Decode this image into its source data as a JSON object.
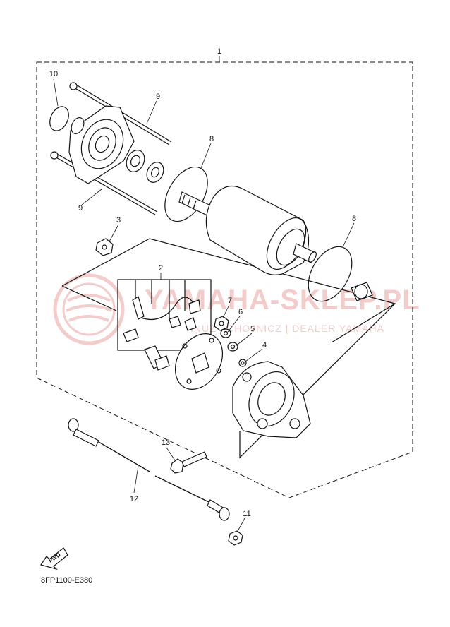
{
  "diagram": {
    "callouts": {
      "c1": "1",
      "c2": "2",
      "c3": "3",
      "c4": "4",
      "c5": "5",
      "c6": "6",
      "c7": "7",
      "c8a": "8",
      "c8b": "8",
      "c9a": "9",
      "c9b": "9",
      "c10": "10",
      "c11": "11",
      "c12": "12",
      "c13": "13"
    },
    "fwd_label": "FWD",
    "drawing_code": "8FP1100-E380"
  },
  "watermark": {
    "brand": "YAMAHA-SKLEP.PL",
    "tagline": "INUZ | CHOJNICZ | DEALER YAMAHA",
    "color": "#e9a2a2"
  }
}
